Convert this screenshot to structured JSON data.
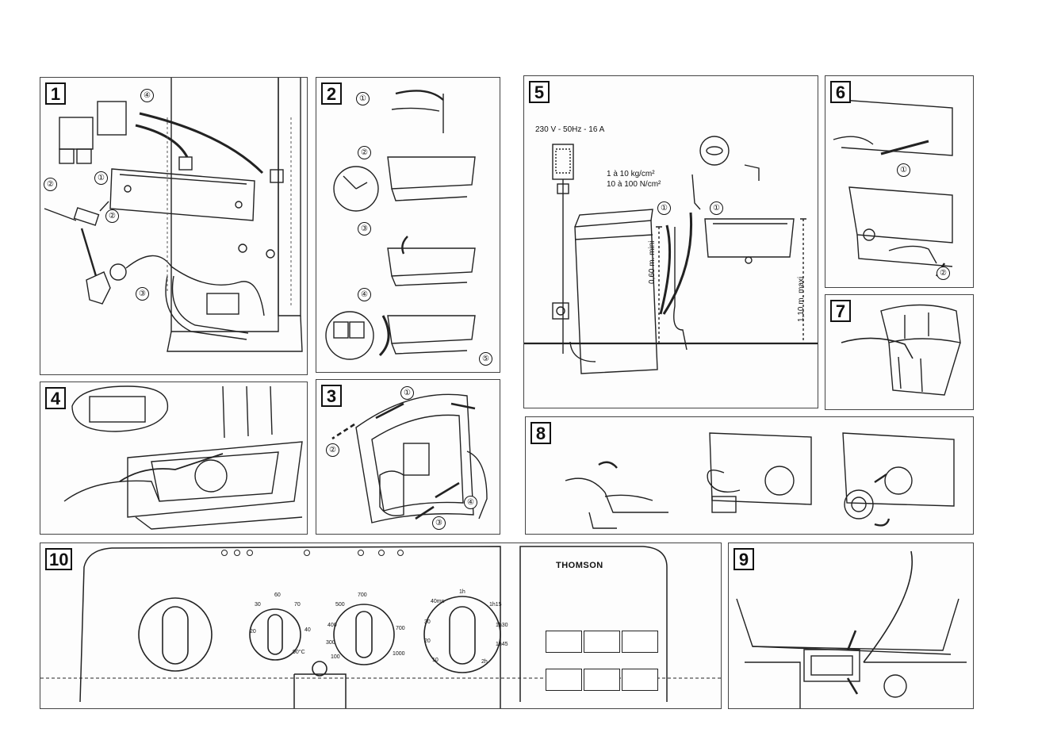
{
  "panels": [
    {
      "id": "1",
      "label": "1"
    },
    {
      "id": "2",
      "label": "2"
    },
    {
      "id": "3",
      "label": "3"
    },
    {
      "id": "4",
      "label": "4"
    },
    {
      "id": "5",
      "label": "5"
    },
    {
      "id": "6",
      "label": "6"
    },
    {
      "id": "7",
      "label": "7"
    },
    {
      "id": "8",
      "label": "8"
    },
    {
      "id": "9",
      "label": "9"
    },
    {
      "id": "10",
      "label": "10"
    }
  ],
  "callouts": {
    "c1": "①",
    "c2": "②",
    "c3": "③",
    "c4": "④",
    "c5": "⑤"
  },
  "panel5": {
    "voltage": "230 V - 50Hz - 16 A",
    "pressure_kg": "1 à 10 kg/cm²",
    "pressure_n": "10 à 100 N/cm²",
    "height_min": "0,60 m. mini",
    "height_max": "1,10 m. maxi"
  },
  "panel10": {
    "brand": "THOMSON",
    "dial2_ticks": [
      "30",
      "60",
      "70",
      "40",
      "20",
      "90°C"
    ],
    "dial3_ticks": [
      "500",
      "700",
      "400",
      "300",
      "700",
      "100",
      "1000"
    ],
    "dial4_ticks": [
      "40mn",
      "1h",
      "1h15",
      "30",
      "1h30",
      "20",
      "1h45",
      "10",
      "2h"
    ]
  }
}
